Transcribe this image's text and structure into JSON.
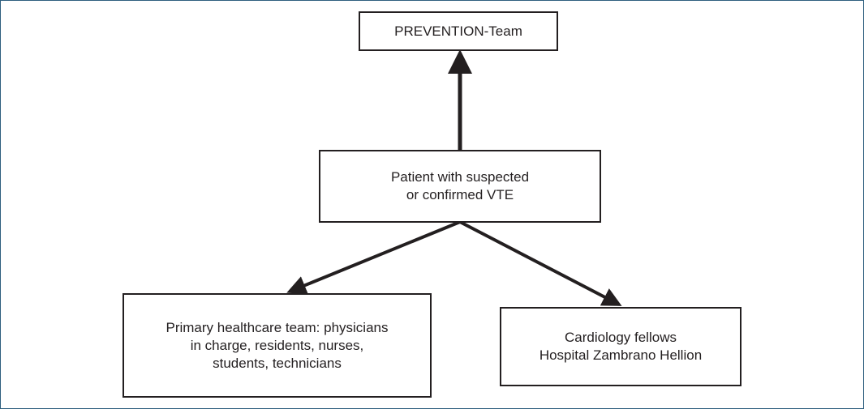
{
  "diagram": {
    "nodes": {
      "top": {
        "label": "PREVENTION-Team"
      },
      "middle": {
        "label": "Patient with suspected\n or confirmed VTE"
      },
      "left": {
        "label": "Primary healthcare team: physicians\n in charge, residents, nurses,\nstudents, technicians"
      },
      "right": {
        "label": "Cardiology fellows\nHospital Zambrano Hellion"
      }
    },
    "edges": [
      {
        "from": "middle",
        "to": "top"
      },
      {
        "from": "middle",
        "to": "left"
      },
      {
        "from": "middle",
        "to": "right"
      }
    ],
    "colors": {
      "line": "#231f20",
      "frame": "#2f5f7f"
    }
  }
}
